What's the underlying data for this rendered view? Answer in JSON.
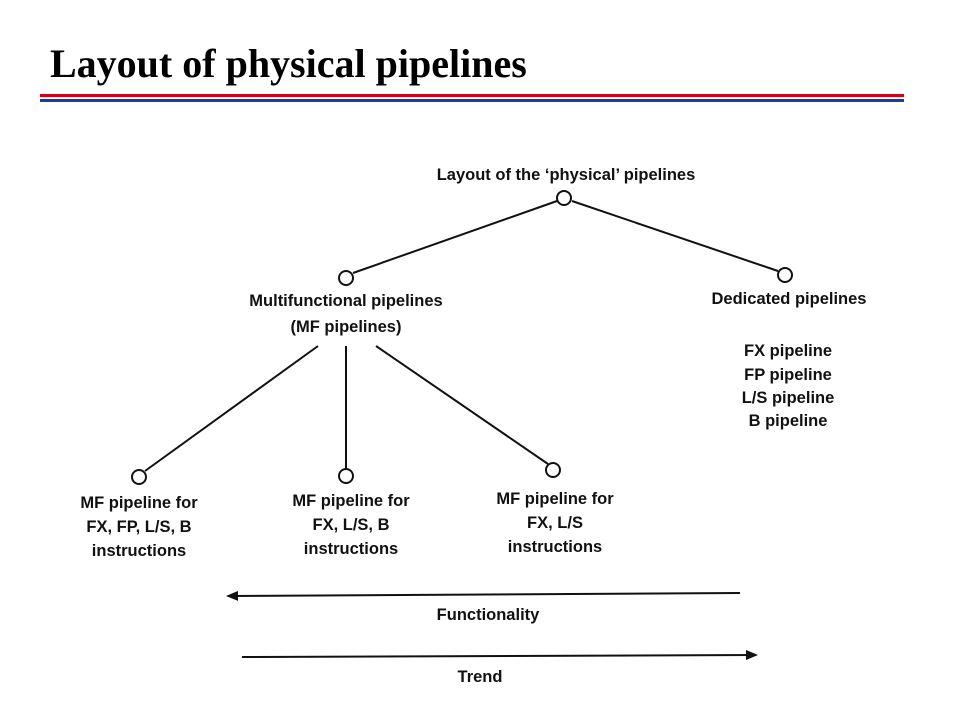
{
  "slide": {
    "title": "Layout of physical pipelines"
  },
  "diagram": {
    "root": {
      "label": "Layout of the ‘physical’ pipelines"
    },
    "multifunctional": {
      "lines": [
        "Multifunctional pipelines",
        "(MF pipelines)"
      ]
    },
    "dedicated": {
      "label": "Dedicated pipelines",
      "items": [
        "FX pipeline",
        "FP pipeline",
        "L/S pipeline",
        "B pipeline"
      ]
    },
    "mf_leaves": [
      {
        "lines": [
          "MF pipeline for",
          "FX, FP, L/S, B",
          "instructions"
        ]
      },
      {
        "lines": [
          "MF pipeline for",
          "FX, L/S, B",
          "instructions"
        ]
      },
      {
        "lines": [
          "MF pipeline for",
          "FX, L/S",
          "instructions"
        ]
      }
    ],
    "arrows": {
      "functionality": "Functionality",
      "trend": "Trend"
    }
  },
  "colors": {
    "rule_red": "#d0021b",
    "rule_blue": "#1f3a9e"
  }
}
